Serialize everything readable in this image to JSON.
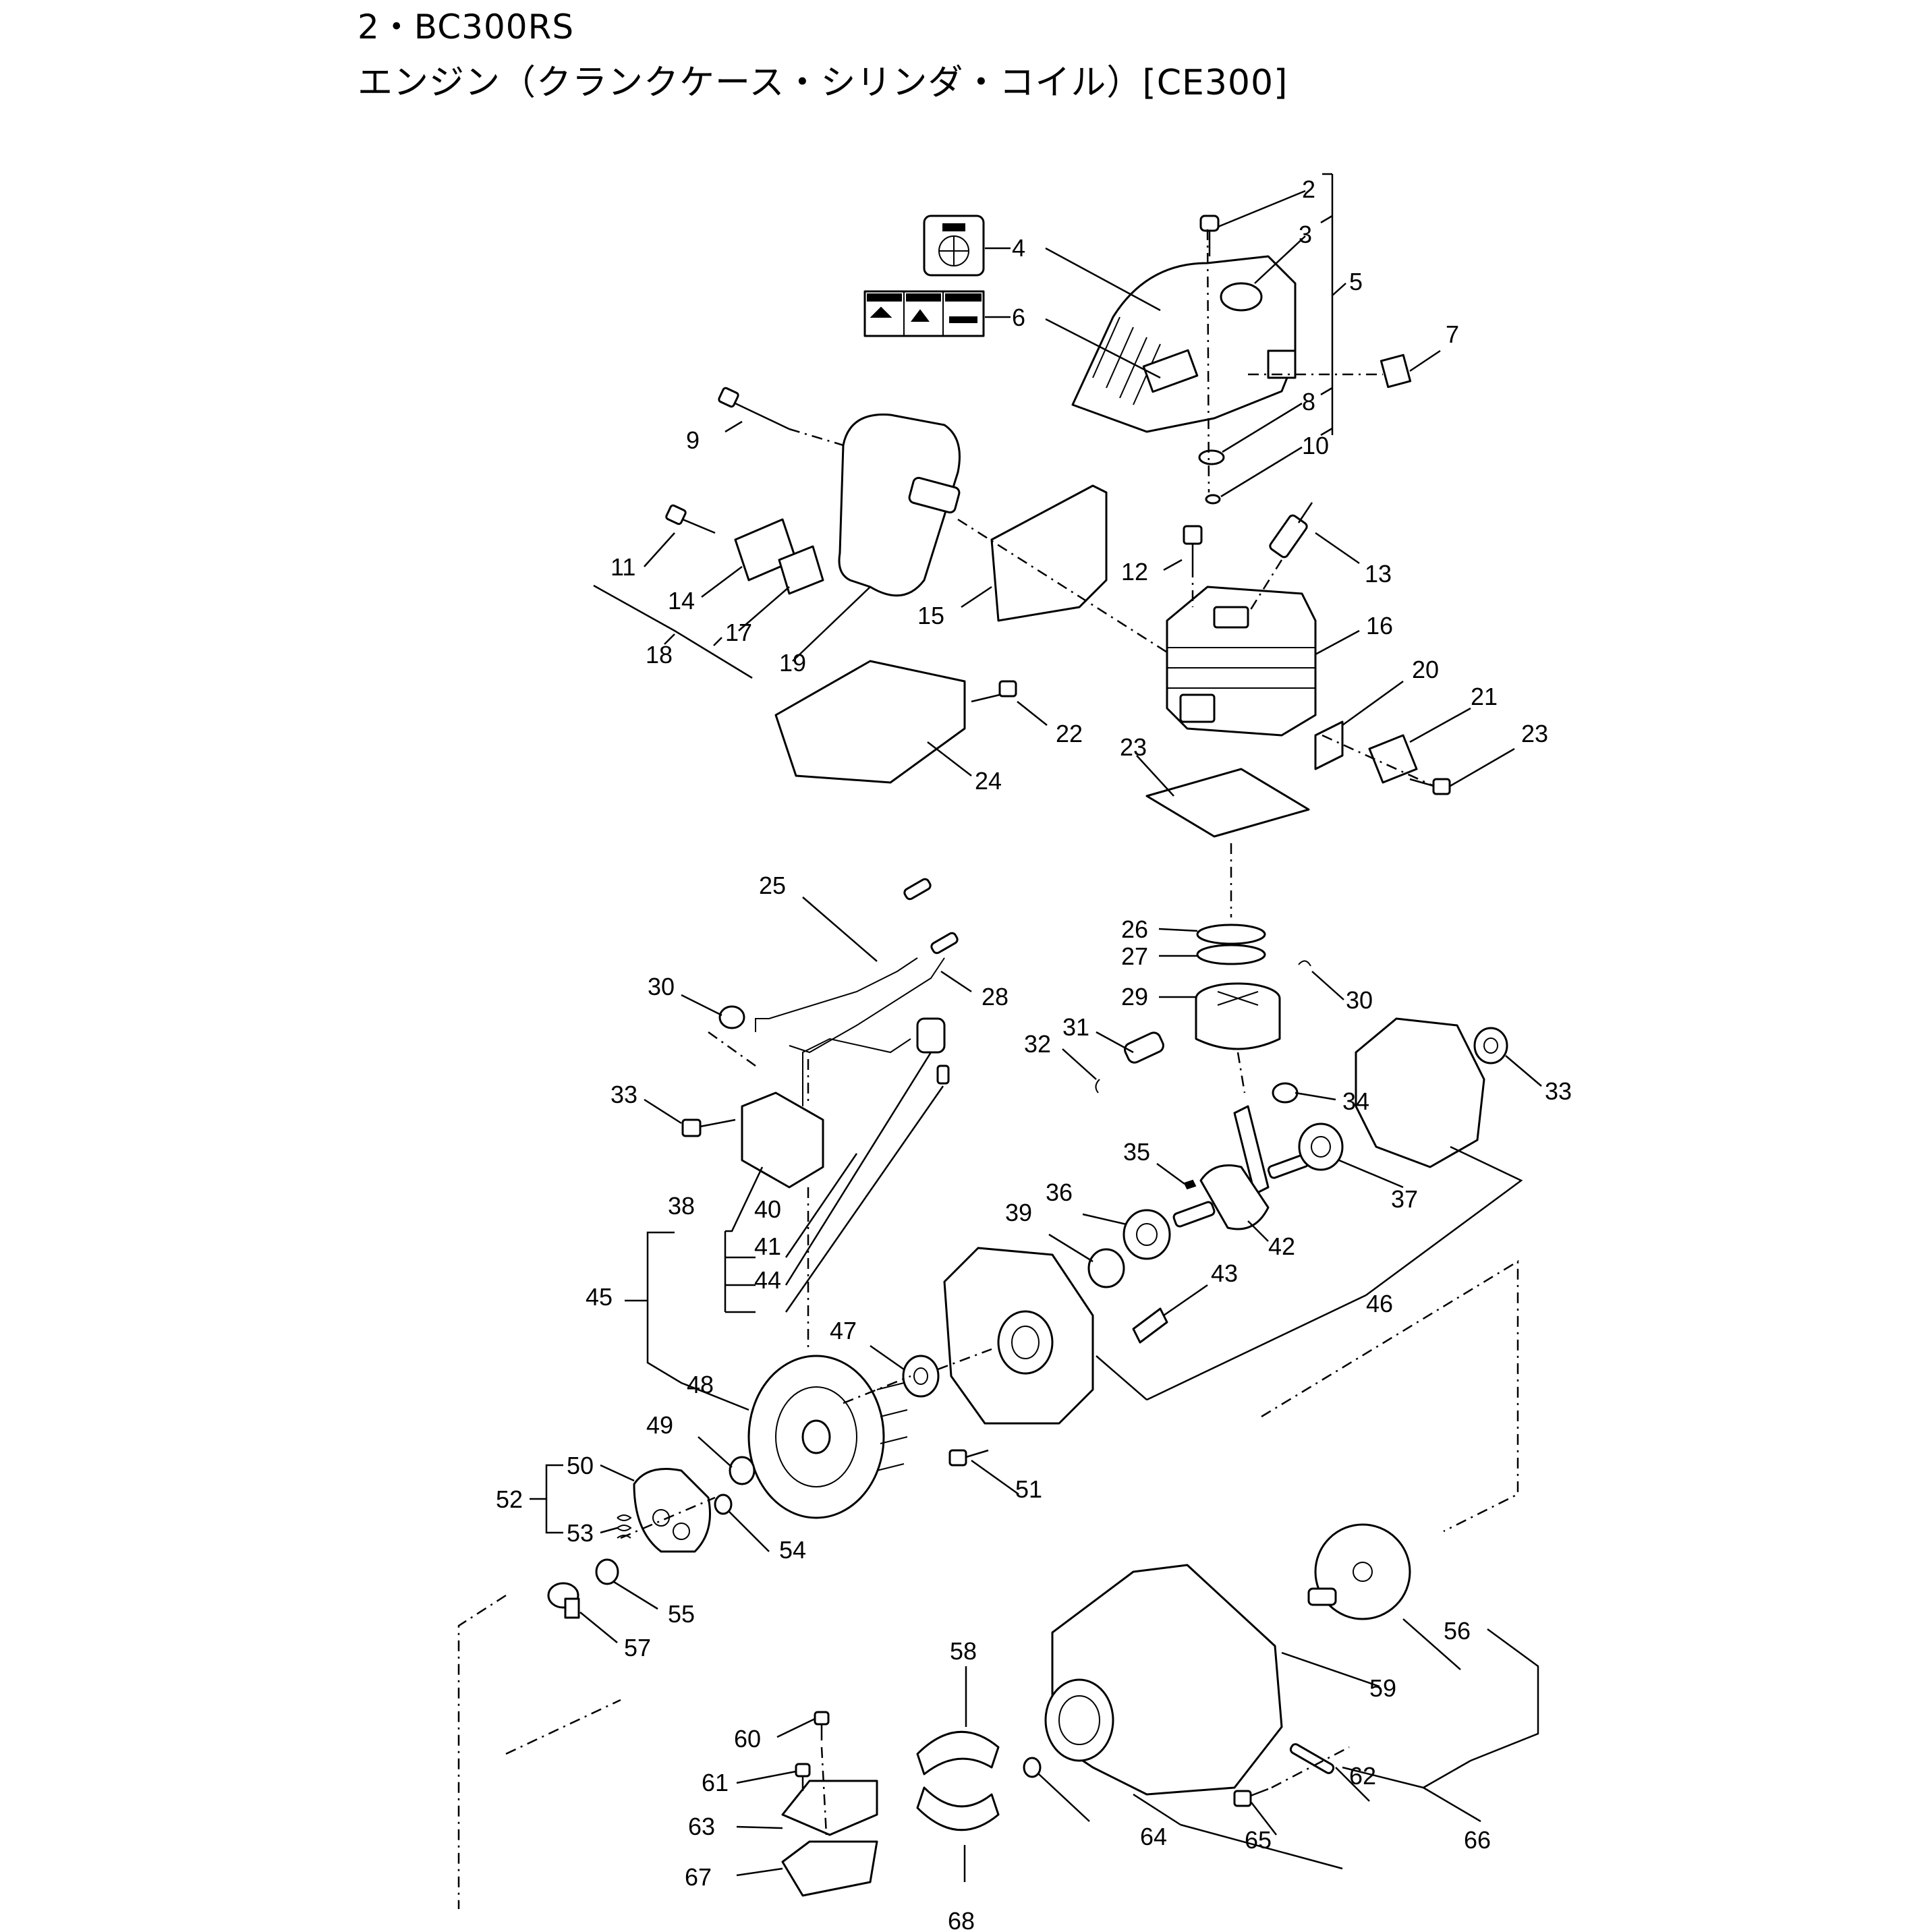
{
  "header": {
    "model": "2・BC300RS",
    "section": "エンジン（クランクケース・シリンダ・コイル）[CE300]"
  },
  "callouts": [
    "2",
    "3",
    "4",
    "5",
    "6",
    "7",
    "8",
    "9",
    "10",
    "11",
    "12",
    "13",
    "14",
    "15",
    "16",
    "17",
    "18",
    "19",
    "20",
    "21",
    "22",
    "23",
    "23",
    "24",
    "25",
    "26",
    "27",
    "28",
    "29",
    "30",
    "30",
    "31",
    "32",
    "33",
    "33",
    "34",
    "35",
    "36",
    "37",
    "38",
    "39",
    "40",
    "41",
    "42",
    "43",
    "44",
    "45",
    "46",
    "47",
    "48",
    "49",
    "50",
    "51",
    "52",
    "53",
    "54",
    "55",
    "56",
    "57",
    "58",
    "59",
    "60",
    "61",
    "62",
    "63",
    "64",
    "65",
    "66",
    "67",
    "68"
  ],
  "label_68_text": "",
  "label_67_text": ""
}
